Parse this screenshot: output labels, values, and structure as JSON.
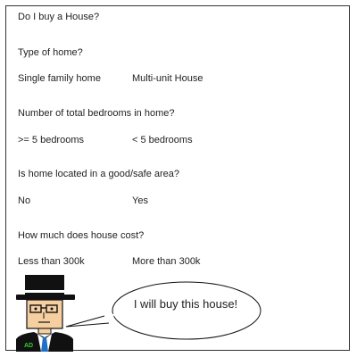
{
  "title": "Do I buy a House?",
  "questions": [
    {
      "prompt": "Type of home?",
      "options": [
        "Single family home",
        "Multi-unit House"
      ]
    },
    {
      "prompt": "Number of total bedrooms in home?",
      "options": [
        ">= 5 bedrooms",
        "< 5 bedrooms"
      ]
    },
    {
      "prompt": "Is home located in a good/safe area?",
      "options": [
        "No",
        "Yes"
      ]
    },
    {
      "prompt": "How much does house cost?",
      "options": [
        "Less than 300k",
        "More than 300k"
      ]
    }
  ],
  "speech_bubble": "I will buy this house!",
  "avatar": {
    "initials": "AD",
    "icon": "businessman-avatar-icon"
  },
  "colors": {
    "border": "#333333",
    "text": "#222222",
    "skin": "#f5cfa0",
    "suit": "#111111",
    "tie": "#1f6fc5",
    "initials": "#33cc33"
  }
}
